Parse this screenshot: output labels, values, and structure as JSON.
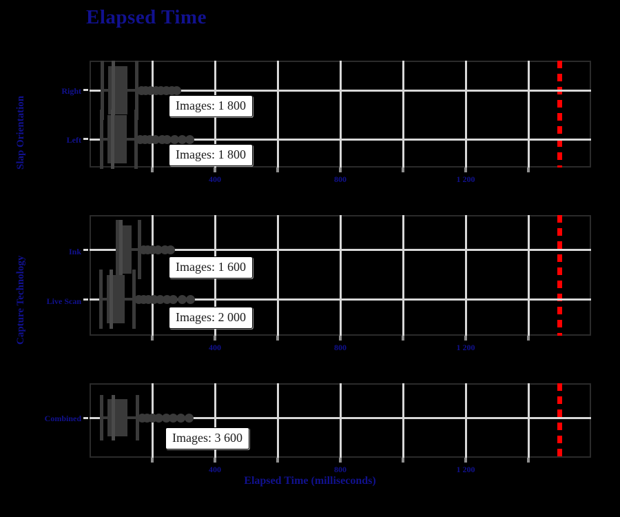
{
  "chart_data": {
    "type": "boxplot",
    "title": "Elapsed Time",
    "xlabel": "Elapsed Time (milliseconds)",
    "xlim": [
      0,
      1600
    ],
    "xticks": [
      400,
      800,
      1200
    ],
    "xtick_labels": [
      "400",
      "800",
      "1 200"
    ],
    "gridlines_every": 200,
    "grid": true,
    "reference_line": {
      "value": 1500,
      "color": "#ff0000",
      "style": "dashed"
    },
    "panels": [
      {
        "ylabel": "Slap Orientation",
        "categories": [
          "Right",
          "Left"
        ],
        "boxes": [
          {
            "category": "Right",
            "whisker_low": 40,
            "q1": 60,
            "median": 75,
            "q3": 120,
            "whisker_high": 150,
            "outliers": [
              165,
              180,
              195,
              212,
              228,
              245,
              262,
              278
            ],
            "annotation": "Images: 1 800"
          },
          {
            "category": "Left",
            "whisker_low": 38,
            "q1": 58,
            "median": 74,
            "q3": 118,
            "whisker_high": 148,
            "outliers": [
              162,
              178,
              192,
              210,
              232,
              248,
              272,
              296,
              320
            ],
            "annotation": "Images: 1 800"
          }
        ]
      },
      {
        "ylabel": "Capture Technology",
        "categories": [
          "Ink",
          "Live Scan"
        ],
        "boxes": [
          {
            "category": "Ink",
            "whisker_low": 88,
            "q1": 95,
            "median": 100,
            "q3": 135,
            "whisker_high": 160,
            "outliers": [
              172,
              186,
              200,
              218,
              240,
              258
            ],
            "annotation": "Images: 1 600"
          },
          {
            "category": "Live Scan",
            "whisker_low": 36,
            "q1": 55,
            "median": 70,
            "q3": 112,
            "whisker_high": 142,
            "outliers": [
              158,
              172,
              188,
              205,
              226,
              248,
              268,
              296,
              322
            ],
            "annotation": "Images: 2 000"
          }
        ]
      },
      {
        "ylabel": "",
        "categories": [
          "Combined"
        ],
        "boxes": [
          {
            "category": "Combined",
            "whisker_low": 38,
            "q1": 58,
            "median": 76,
            "q3": 122,
            "whisker_high": 152,
            "outliers": [
              168,
              184,
              200,
              220,
              244,
              266,
              292,
              318
            ],
            "annotation": "Images: 3 600"
          }
        ]
      }
    ]
  },
  "colors": {
    "background": "#000000",
    "text": "#11118f",
    "grid": "#d8d8d8",
    "frame": "#2b2b2b",
    "box": "#3a3a3a",
    "reference": "#ff0000",
    "annotation_bg": "#ffffff"
  }
}
